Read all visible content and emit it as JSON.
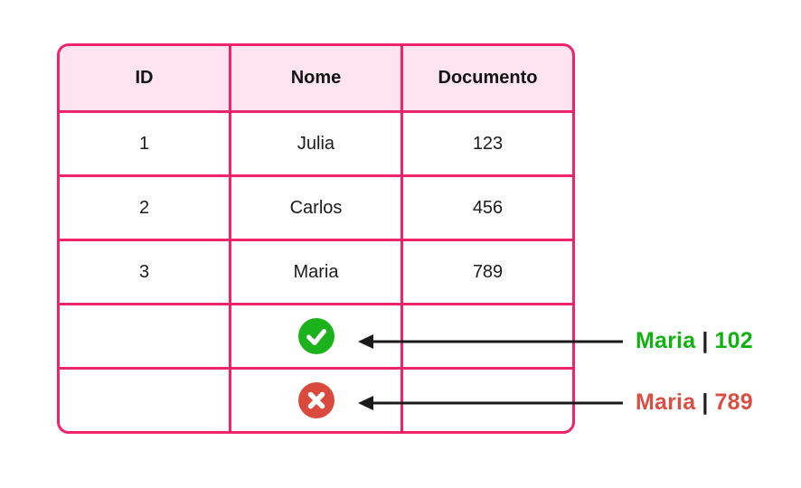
{
  "table": {
    "headers": [
      "ID",
      "Nome",
      "Documento"
    ],
    "rows": [
      [
        "1",
        "Julia",
        "123"
      ],
      [
        "2",
        "Carlos",
        "456"
      ],
      [
        "3",
        "Maria",
        "789"
      ]
    ],
    "result_rows": [
      {
        "icon": "check-circle-icon",
        "status": "success"
      },
      {
        "icon": "x-circle-icon",
        "status": "error"
      }
    ]
  },
  "annotations": [
    {
      "name": "Maria",
      "separator": "|",
      "value": "102",
      "status": "success",
      "color": "#12B112"
    },
    {
      "name": "Maria",
      "separator": "|",
      "value": "789",
      "status": "error",
      "color": "#DA4F44"
    }
  ],
  "colors": {
    "table_border": "#EF256C",
    "header_background": "#FDE4EE",
    "check_icon_green": "#1CB21C",
    "x_icon_red": "#DA4A3C",
    "success_text": "#12B112",
    "error_text": "#DA4F44",
    "arrow_black": "#1a1a1a"
  }
}
